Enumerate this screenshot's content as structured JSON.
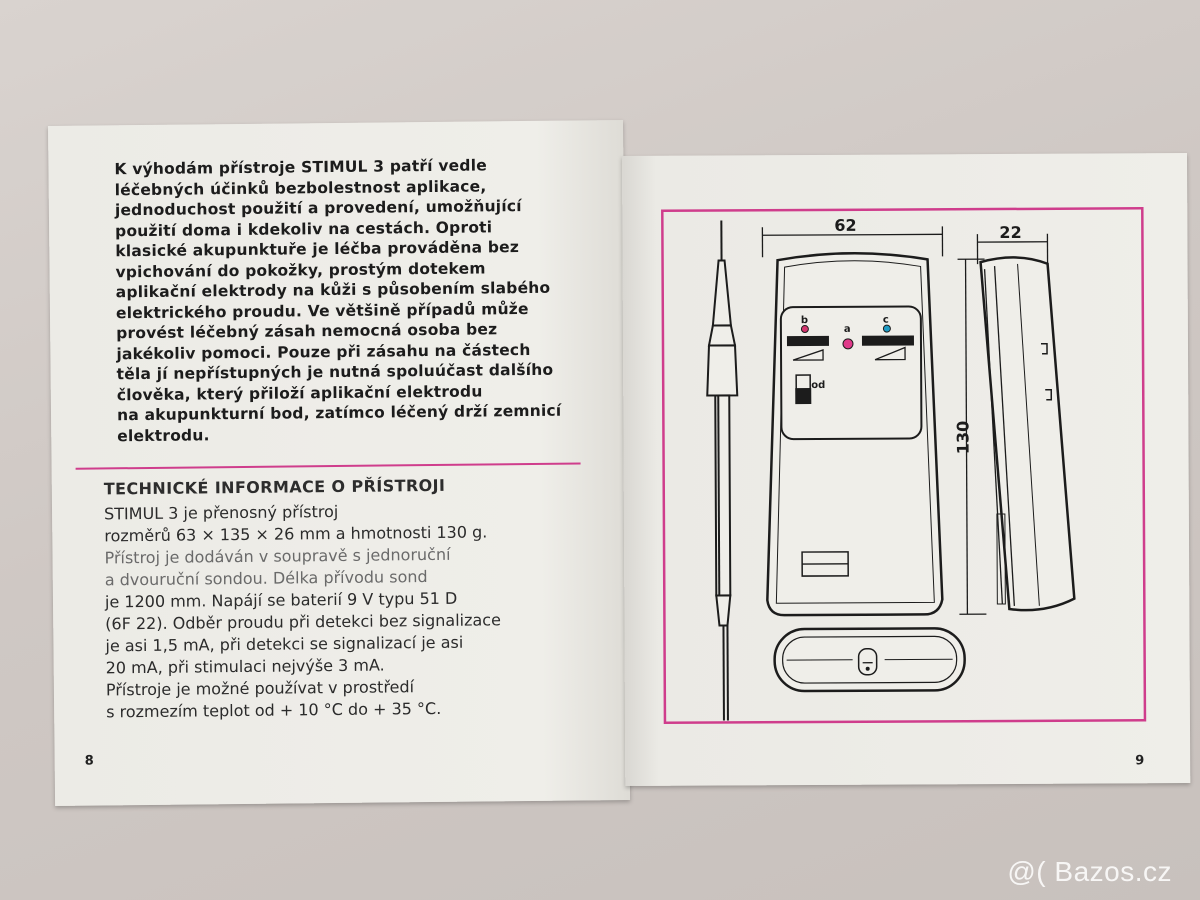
{
  "left_page": {
    "intro_lines": [
      "K výhodám přístroje STIMUL 3 patří vedle",
      "léčebných účinků bezbolestnost aplikace,",
      "jednoduchost použití a provedení, umožňující",
      "použití doma i kdekoliv na cestách. Oproti",
      "klasické akupunktuře je léčba prováděna bez",
      "vpichování do pokožky, prostým dotekem",
      "aplikační elektrody na kůži s působením slabého",
      "elektrického proudu. Ve většině případů může",
      "provést léčebný zásah nemocná osoba bez",
      "jakékoliv pomoci. Pouze při zásahu na částech",
      "těla jí nepřístupných je nutná spoluúčast dalšího",
      "člověka, který přiloží aplikační elektrodu",
      "na akupunkturní bod, zatímco léčený drží zemnicí",
      "elektrodu."
    ],
    "tech_heading": "TECHNICKÉ INFORMACE O PŘÍSTROJI",
    "tech_lines": [
      "STIMUL 3 je přenosný přístroj",
      "rozměrů 63 × 135 × 26 mm a hmotnosti 130 g.",
      "Přístroj je dodáván v soupravě s jednoruční",
      "a dvouruční sondou. Délka přívodu sond",
      "je 1200 mm. Napájí se baterií 9 V typu 51 D",
      "(6F 22). Odběr proudu při detekci bez signalizace",
      "je asi 1,5 mA, při detekci se signalizací je asi",
      "20 mA, při stimulaci nejvýše 3 mA.",
      "Přístroje je možné používat v prostředí",
      "s rozmezím teplot od + 10 °C do + 35 °C."
    ],
    "page_number": "8"
  },
  "right_page": {
    "dimensions": {
      "width": "62",
      "depth": "22",
      "height": "130"
    },
    "indicator_labels": {
      "b": "b",
      "a": "a",
      "c": "c",
      "switch": "od"
    },
    "page_number": "9"
  },
  "colors": {
    "accent_magenta": "#cf3d8c",
    "ink": "#1c1c1c",
    "led_b": "#d2356e",
    "led_a": "#e03a8a",
    "led_c": "#1e9bc4"
  },
  "watermark": "@( Bazos.cz"
}
